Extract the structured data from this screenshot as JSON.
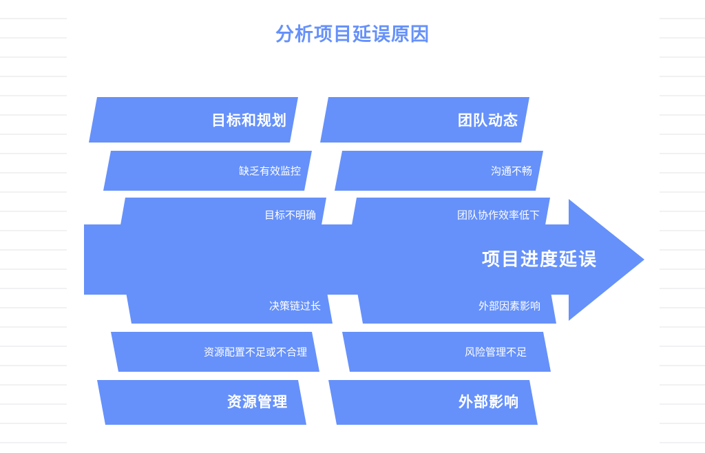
{
  "document": {
    "title": "分析项目延误原因",
    "background_style": "ruled-paper"
  },
  "colors": {
    "accent_blue": "#6691fa",
    "title_blue": "#6691fa",
    "label_white": "#ffffff",
    "rule_line": "#f1f1f3",
    "page_background": "#ffffff"
  },
  "chart_data": {
    "type": "diagram",
    "diagram_type": "fishbone",
    "title": "分析项目延误原因",
    "effect": "项目进度延误",
    "categories": [
      {
        "id": "goals-planning",
        "name": "目标和规划",
        "position": "top-left",
        "causes": [
          "缺乏有效监控",
          "目标不明确"
        ]
      },
      {
        "id": "team-dynamics",
        "name": "团队动态",
        "position": "top-right",
        "causes": [
          "沟通不畅",
          "团队协作效率低下"
        ]
      },
      {
        "id": "resource-management",
        "name": "资源管理",
        "position": "bottom-left",
        "causes": [
          "决策链过长",
          "资源配置不足或不合理"
        ]
      },
      {
        "id": "external-influence",
        "name": "外部影响",
        "position": "bottom-right",
        "causes": [
          "外部因素影响",
          "风险管理不足"
        ]
      }
    ]
  },
  "spine": {
    "label": "项目进度延误"
  },
  "top_left": {
    "header": "目标和规划",
    "cause_1": "缺乏有效监控",
    "cause_2": "目标不明确"
  },
  "top_right": {
    "header": "团队动态",
    "cause_1": "沟通不畅",
    "cause_2": "团队协作效率低下"
  },
  "bottom_left": {
    "header": "资源管理",
    "cause_1": "决策链过长",
    "cause_2": "资源配置不足或不合理"
  },
  "bottom_right": {
    "header": "外部影响",
    "cause_1": "风险管理不足",
    "cause_2": "外部因素影响"
  }
}
